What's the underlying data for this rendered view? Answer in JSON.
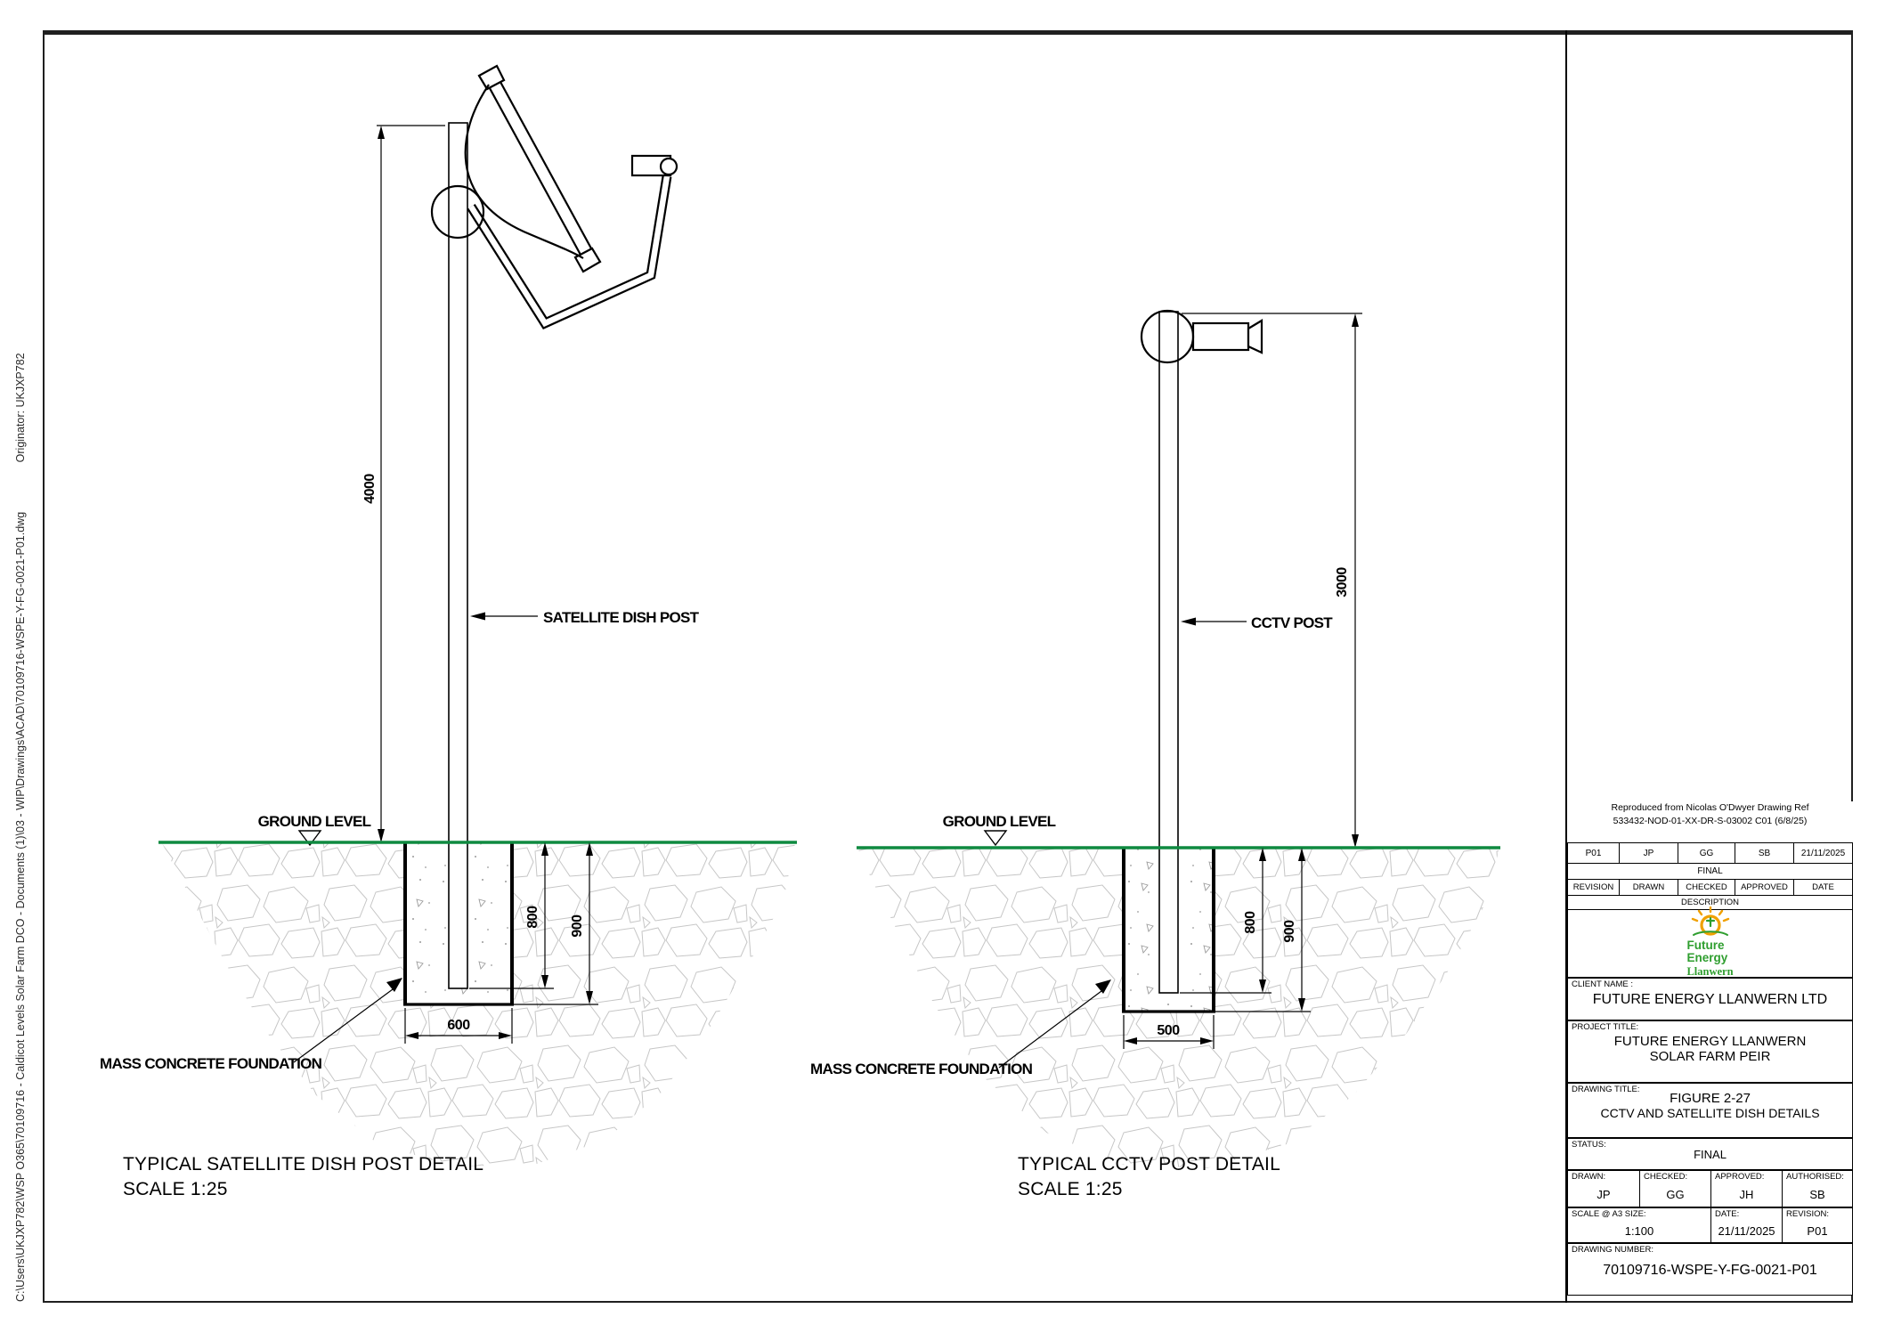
{
  "colors": {
    "ground_green": "#0f8a40",
    "line_black": "#000000",
    "hatch_gray": "#c6c6c6",
    "concrete_gray": "#9a9a9a",
    "logo_orange": "#f0a000",
    "logo_green": "#2f9e2f"
  },
  "margin": {
    "file_path": "C:\\Users\\UKJXP782\\WSP O365\\70109716 - Caldicot Levels Solar Farm DCO - Documents (1)\\03 - WIP\\Drawings\\ACAD\\70109716-WSPE-Y-FG-0021-P01.dwg",
    "originator": "Originator: UKJXP782"
  },
  "satellite_detail": {
    "caption": "TYPICAL SATELLITE DISH POST DETAIL",
    "scale_note": "SCALE 1:25",
    "post_label": "SATELLITE DISH POST",
    "ground_label": "GROUND LEVEL",
    "foundation_label": "MASS CONCRETE FOUNDATION",
    "dim_post_height": "4000",
    "dim_embedment": "800",
    "dim_foundation_depth": "900",
    "dim_foundation_width": "600"
  },
  "cctv_detail": {
    "caption": "TYPICAL CCTV POST DETAIL",
    "scale_note": "SCALE 1:25",
    "post_label": "CCTV POST",
    "ground_label": "GROUND LEVEL",
    "foundation_label": "MASS CONCRETE FOUNDATION",
    "dim_post_height": "3000",
    "dim_embedment": "800",
    "dim_foundation_depth": "900",
    "dim_foundation_width": "500"
  },
  "title_block": {
    "reproduced_line1": "Reproduced from Nicolas O'Dwyer Drawing Ref",
    "reproduced_line2": "533432-NOD-01-XX-DR-S-03002 C01 (6/8/25)",
    "rev_values": [
      "P01",
      "JP",
      "GG",
      "SB",
      "21/11/2025"
    ],
    "rev_desc": "FINAL",
    "rev_headers": [
      "REVISION",
      "DRAWN",
      "CHECKED",
      "APPROVED",
      "DATE"
    ],
    "desc_header": "DESCRIPTION",
    "logo": {
      "line1": "Future",
      "line2": "Energy",
      "line3": "Llanwern"
    },
    "client": {
      "label": "CLIENT NAME :",
      "value": "FUTURE ENERGY LLANWERN LTD"
    },
    "project": {
      "label": "PROJECT TITLE:",
      "line1": "FUTURE ENERGY LLANWERN",
      "line2": "SOLAR FARM PEIR"
    },
    "drawing_title": {
      "label": "DRAWING TITLE:",
      "line1": "FIGURE 2-27",
      "line2": "CCTV AND SATELLITE DISH DETAILS"
    },
    "status": {
      "label": "STATUS:",
      "value": "FINAL"
    },
    "people": [
      {
        "label": "DRAWN:",
        "value": "JP"
      },
      {
        "label": "CHECKED:",
        "value": "GG"
      },
      {
        "label": "APPROVED:",
        "value": "JH"
      },
      {
        "label": "AUTHORISED:",
        "value": "SB"
      }
    ],
    "meta": [
      {
        "label": "SCALE @ A3 SIZE:",
        "value": "1:100"
      },
      {
        "label": "DATE:",
        "value": "21/11/2025"
      },
      {
        "label": "REVISION:",
        "value": "P01"
      }
    ],
    "drawing_number": {
      "label": "DRAWING NUMBER:",
      "value": "70109716-WSPE-Y-FG-0021-P01"
    }
  }
}
